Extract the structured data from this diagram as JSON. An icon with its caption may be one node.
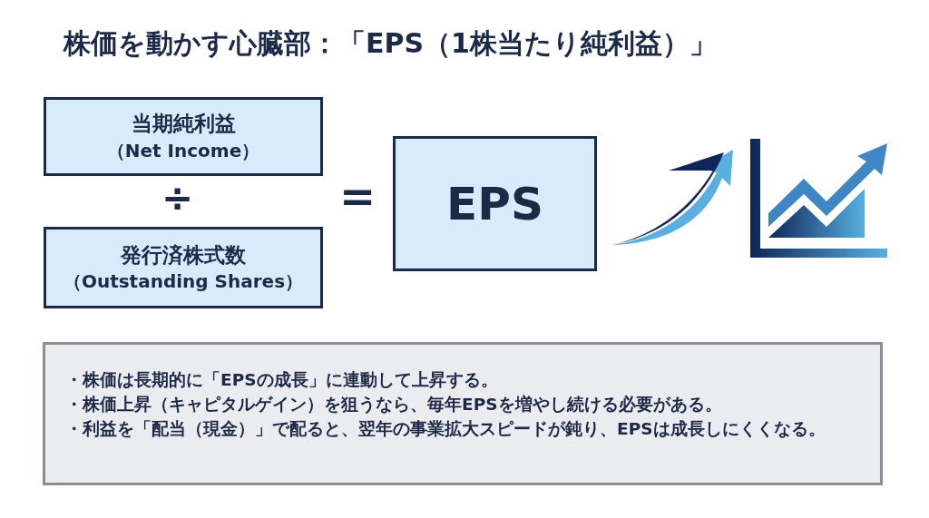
{
  "diagram": {
    "title": "株価を動かす心臓部：「EPS（1株当たり純利益）」",
    "nodes": [
      {
        "text": [
          "当期純利益",
          "（Net Income）"
        ]
      },
      {
        "text": [
          "発行済株式数",
          "（Outstanding Shares）"
        ]
      },
      {
        "text": [
          "EPS"
        ]
      },
      {
        "text": [
          "・株価は長期的に「**EPSの成長**」に連動して上昇する。",
          "・株価上昇（**キャピタルゲイン**）を狙うなら、毎年EPSを増やし続ける必要がある。",
          "・利益を「**配当（現金）**」で配ると、翌年の事業拡大スピードが鈍り、EPSは成長しにくくなる。"
        ]
      }
    ],
    "edges": [],
    "labels": [
      "÷",
      "="
    ]
  }
}
